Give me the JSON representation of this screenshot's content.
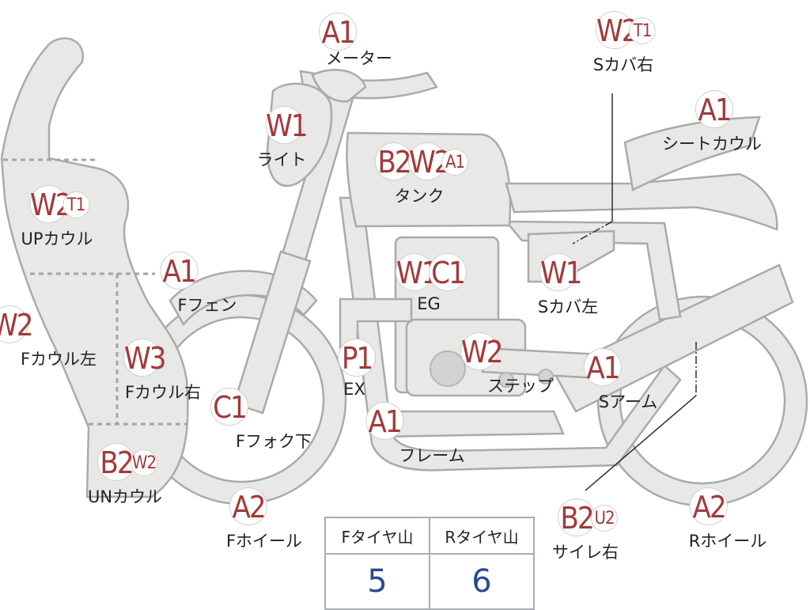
{
  "labels": [
    {
      "id": "meter",
      "name": "メーター",
      "codes": [
        "A1"
      ],
      "sub": ""
    },
    {
      "id": "light",
      "name": "ライト",
      "codes": [
        "W1"
      ],
      "sub": ""
    },
    {
      "id": "tank",
      "name": "タンク",
      "codes": [
        "B2",
        "W2"
      ],
      "sub": "A1"
    },
    {
      "id": "s-cover-right",
      "name": "Sカバ右",
      "codes": [
        "W2"
      ],
      "sub": "T1"
    },
    {
      "id": "seat-cowl",
      "name": "シートカウル",
      "codes": [
        "A1"
      ],
      "sub": ""
    },
    {
      "id": "up-cowl",
      "name": "UPカウル",
      "codes": [
        "W2"
      ],
      "sub": "T1"
    },
    {
      "id": "f-fender",
      "name": "Fフェン",
      "codes": [
        "A1"
      ],
      "sub": ""
    },
    {
      "id": "engine",
      "name": "EG",
      "codes": [
        "W1",
        "C1"
      ],
      "sub": ""
    },
    {
      "id": "s-cover-left",
      "name": "Sカバ左",
      "codes": [
        "W1"
      ],
      "sub": ""
    },
    {
      "id": "f-cowl-left",
      "name": "Fカウル左",
      "codes": [
        "W2"
      ],
      "sub": ""
    },
    {
      "id": "f-cowl-right",
      "name": "Fカウル右",
      "codes": [
        "W3"
      ],
      "sub": ""
    },
    {
      "id": "exhaust",
      "name": "EX",
      "codes": [
        "P1"
      ],
      "sub": ""
    },
    {
      "id": "step",
      "name": "ステップ",
      "codes": [
        "W2"
      ],
      "sub": ""
    },
    {
      "id": "s-arm",
      "name": "Sアーム",
      "codes": [
        "A1"
      ],
      "sub": ""
    },
    {
      "id": "f-fork-lower",
      "name": "Fフォク下",
      "codes": [
        "C1"
      ],
      "sub": ""
    },
    {
      "id": "frame",
      "name": "フレーム",
      "codes": [
        "A1"
      ],
      "sub": ""
    },
    {
      "id": "un-cowl",
      "name": "UNカウル",
      "codes": [
        "B2"
      ],
      "sub": "W2"
    },
    {
      "id": "f-wheel",
      "name": "Fホイール",
      "codes": [
        "A2"
      ],
      "sub": ""
    },
    {
      "id": "silencer-right",
      "name": "サイレ右",
      "codes": [
        "B2"
      ],
      "sub": "U2"
    },
    {
      "id": "r-wheel",
      "name": "Rホイール",
      "codes": [
        "A2"
      ],
      "sub": ""
    }
  ],
  "tire_table": {
    "headers": [
      "Fタイヤ山",
      "Rタイヤ山"
    ],
    "values": [
      "5",
      "6"
    ]
  },
  "colors": {
    "part_fill": "#e8e8e6",
    "part_stroke": "#a9abab",
    "code_text": "#a23a3a",
    "table_value": "#2a4b8d"
  }
}
